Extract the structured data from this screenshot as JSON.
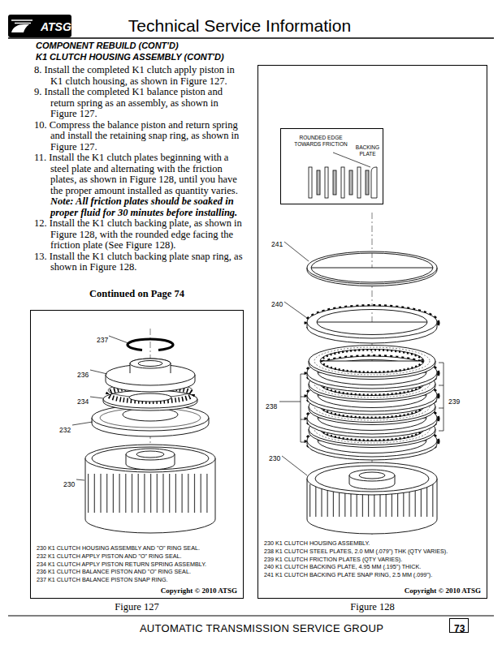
{
  "diagram": {
    "title": "Technical Service Information",
    "nodes": [
      {
        "text": [
          "ATSG"
        ]
      },
      {
        "text": [
          "230 K1 CLUTCH HOUSING ASSEMBLY AND \"O\" RING SEAL.",
          "232 K1 CLUTCH APPLY PISTON AND \"O\" RING SEAL.",
          "234 K1 CLUTCH APPLY PISTON RETURN SPRING ASSEMBLY.",
          "236 K1 CLUTCH BALANCE PISTON AND \"O\" RING SEAL.",
          "237 K1 CLUTCH BALANCE PISTON SNAP RING.",
          "Copyright © 2010 ATSG",
          "Figure 127"
        ]
      },
      {
        "text": [
          "230 K1 CLUTCH HOUSING ASSEMBLY.",
          "238 K1 CLUTCH STEEL PLATES, 2.0 MM (.079\") THK (QTY VARIES).",
          "239 K1 CLUTCH FRICTION PLATES (QTY VARIES).",
          "240 K1 CLUTCH BACKING PLATE, 4.95 MM (.195\") THICK.",
          "241 K1 CLUTCH BACKING PLATE SNAP RING, 2.5 MM (.099\").",
          "Copyright © 2010 ATSG",
          "Figure 128"
        ]
      },
      {
        "text": [
          "ROUNDED EDGE TOWARDS FRICTION",
          "BACKING PLATE"
        ],
        "in": 2
      },
      {
        "text": [
          "73"
        ]
      }
    ],
    "labels": [
      "COMPONENT REBUILD (CONT'D)",
      "K1 CLUTCH HOUSING ASSEMBLY (CONT'D)",
      "8. Install the completed K1 clutch apply piston in K1 clutch housing, as shown in Figure 127.",
      "9. Install the completed K1 balance piston and return spring as an assembly, as shown in Figure 127.",
      "10. Compress the balance piston and return spring and install the retaining snap ring, as shown in Figure 127.",
      "11. Install the K1 clutch plates beginning with a steel plate and alternating with the friction plates, as shown in Figure 128, until you have the proper amount installed as quantity varies.",
      "Note: All friction plates should be soaked in proper fluid for 30 minutes before installing.",
      "12. Install the K1 clutch backing plate, as shown in Figure 128, with the rounded edge facing the friction plate (See Figure 128).",
      "13. Install the K1 clutch backing plate snap ring, as shown in Figure 128.",
      "Continued on Page 74",
      "237",
      "236",
      "234",
      "232",
      "230",
      "241",
      "240",
      "238",
      "239",
      "230",
      "AUTOMATIC TRANSMISSION SERVICE GROUP"
    ]
  }
}
